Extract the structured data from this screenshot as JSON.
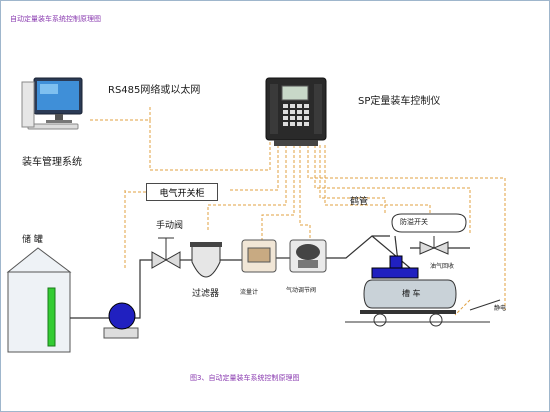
{
  "title": "自动定量装车系统控制原理图",
  "labels": {
    "network": "RS485网络或以太网",
    "controller": "SP定量装车控制仪",
    "management": "装车管理系统",
    "switchgear": "电气开关柜",
    "tank": "储 罐",
    "manual_valve": "手动阀",
    "filter": "过滤器",
    "flowmeter": "流量计",
    "control_valve": "气动调节阀",
    "crane_tube": "鹤管",
    "level_switch": "防溢开关",
    "vapor_recovery": "油气回收",
    "tanker": "槽 车",
    "ground": "静电"
  },
  "caption": "图3、自动定量装车系统控制原理图",
  "colors": {
    "signal_line": "#e0a040",
    "pipe": "#333333",
    "pump": "#2020c0",
    "tank_level": "#33cc33",
    "title_text": "#8a3bb0"
  }
}
